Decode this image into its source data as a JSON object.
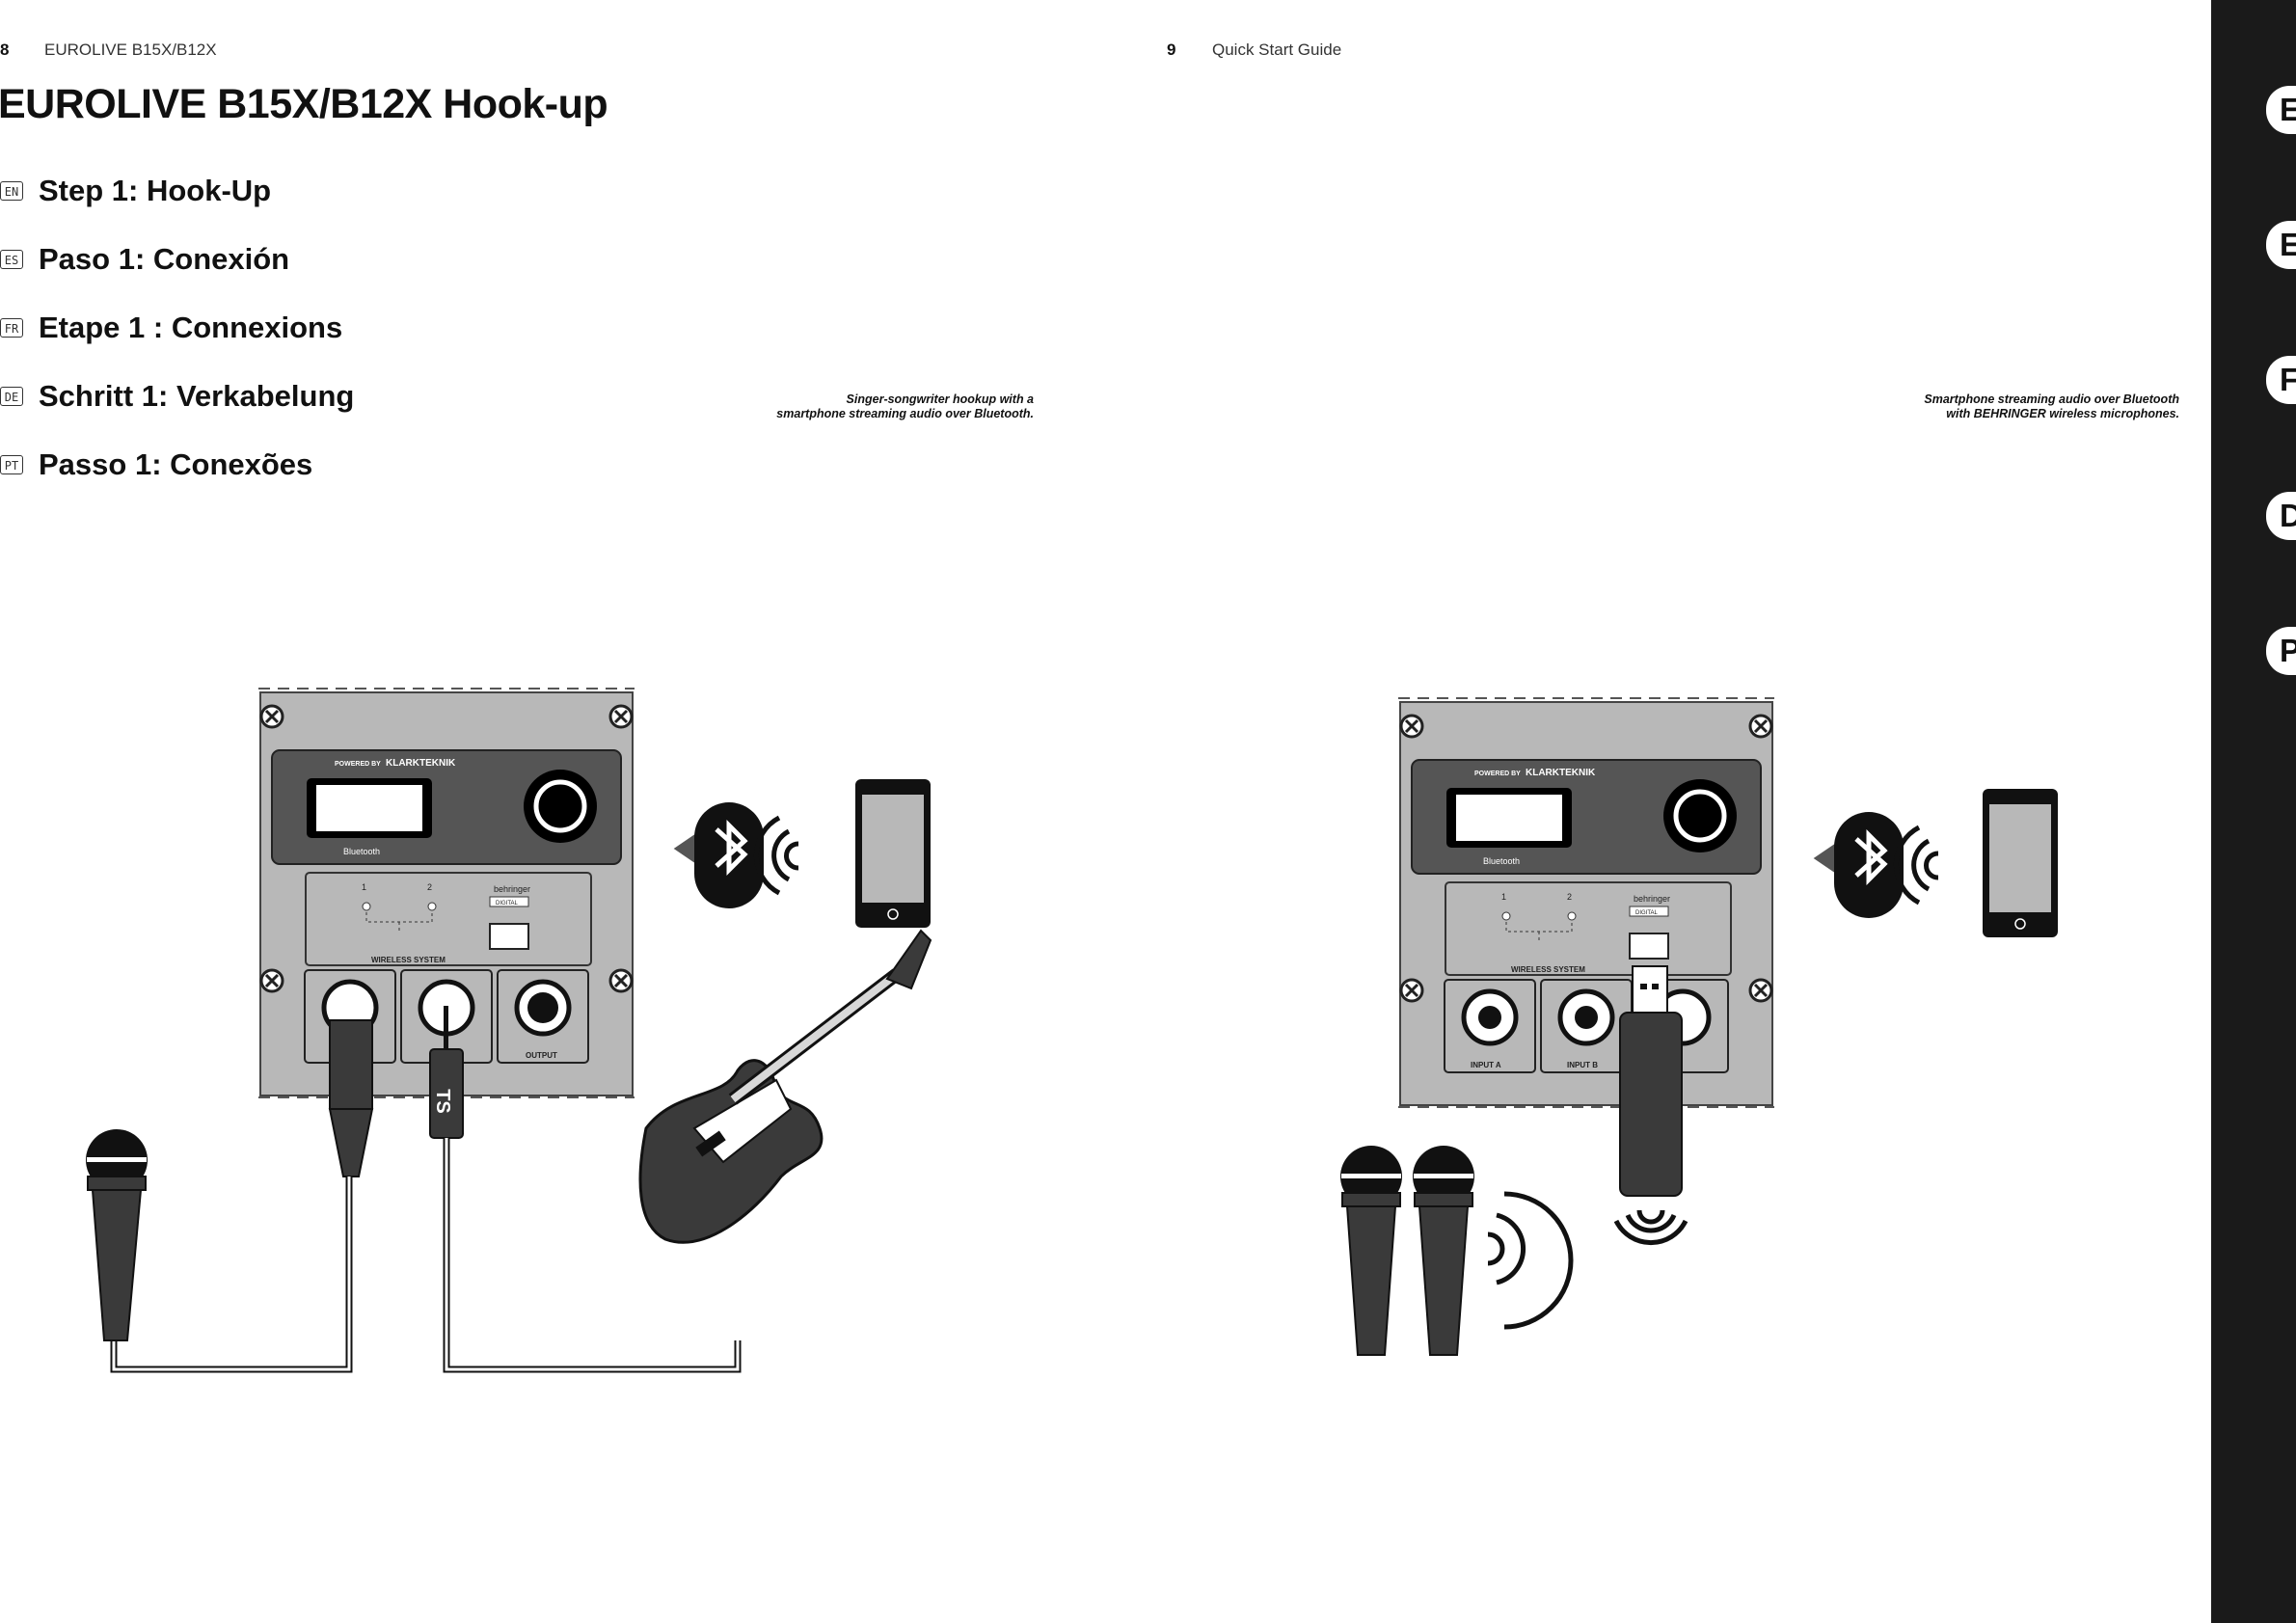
{
  "left_page": {
    "page_number": "8",
    "header": "EUROLIVE B15X/B12X",
    "title": "EUROLIVE B15X/B12X Hook-up",
    "steps": [
      {
        "lang": "EN",
        "text": "Step 1: Hook-Up"
      },
      {
        "lang": "ES",
        "text": "Paso 1: Conexión"
      },
      {
        "lang": "FR",
        "text": "Etape 1 : Connexions"
      },
      {
        "lang": "DE",
        "text": "Schritt 1: Verkabelung"
      },
      {
        "lang": "PT",
        "text": "Passo 1: Conexões"
      }
    ],
    "caption_line1": "Singer-songwriter hookup with a",
    "caption_line2": "smartphone streaming audio over Bluetooth."
  },
  "right_page": {
    "page_number": "9",
    "header": "Quick Start Guide",
    "caption_line1": "Smartphone streaming audio over Bluetooth",
    "caption_line2": "with BEHRINGER wireless microphones."
  },
  "language_tabs": [
    "EN",
    "ES",
    "FR",
    "DE",
    "PT"
  ],
  "diagram_labels": {
    "powered_by": "POWERED BY",
    "brand": "KLARKTEKNIK",
    "bluetooth": "Bluetooth",
    "wireless_system": "WIRELESS SYSTEM",
    "behringer": "behringer",
    "digital": "DIGITAL",
    "input_a": "INPUT A",
    "input_b": "INPUT B",
    "output": "OUTPUT",
    "ts": "TS",
    "mic1": "1",
    "mic2": "2"
  },
  "colors": {
    "panel": "#b8b8b8",
    "dark": "#3a3a3a",
    "sidebar": "#1a1a1a"
  }
}
